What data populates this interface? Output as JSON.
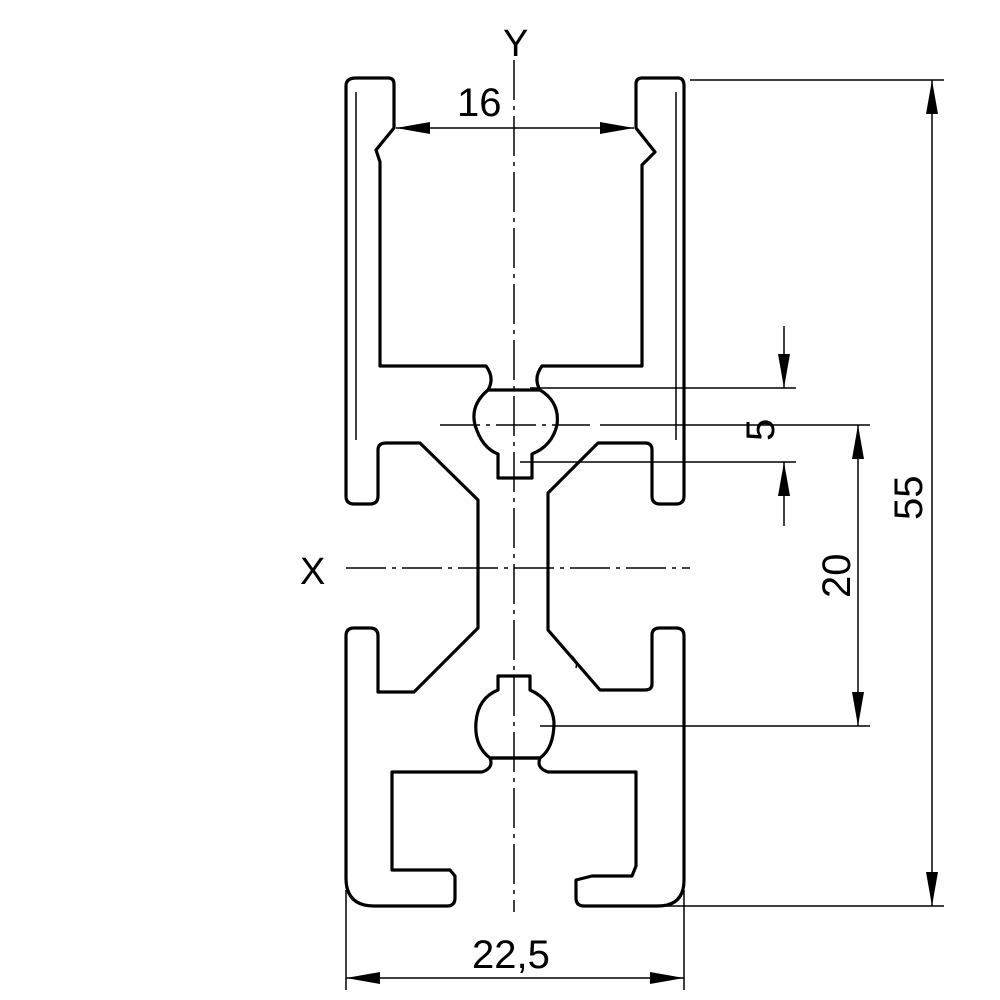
{
  "axes": {
    "x_label": "X",
    "y_label": "Y"
  },
  "dimensions": {
    "slot_width": "16",
    "height": "55",
    "width": "22,5",
    "pitch": "20",
    "bore": "5"
  }
}
